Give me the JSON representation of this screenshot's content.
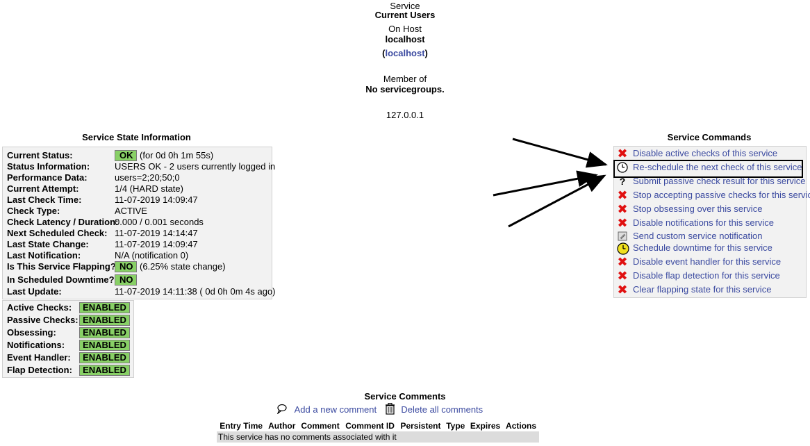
{
  "header": {
    "service_label": "Service",
    "service_name": "Current Users",
    "host_label": "On Host",
    "host_name": "localhost",
    "host_link": "localhost",
    "paren_open": "(",
    "paren_close": ")",
    "member_label": "Member of",
    "member_value": "No servicegroups.",
    "address": "127.0.0.1"
  },
  "state_info": {
    "title": "Service State Information",
    "rows": [
      {
        "label": "Current Status:",
        "badge": "OK",
        "value": "(for 0d 0h 1m 55s)"
      },
      {
        "label": "Status Information:",
        "value": "USERS OK - 2 users currently logged in"
      },
      {
        "label": "Performance Data:",
        "value": "users=2;20;50;0"
      },
      {
        "label": "Current Attempt:",
        "value": "1/4  (HARD state)"
      },
      {
        "label": "Last Check Time:",
        "value": "11-07-2019 14:09:47"
      },
      {
        "label": "Check Type:",
        "value": "ACTIVE"
      },
      {
        "label": "Check Latency / Duration:",
        "value": "0.000 / 0.001 seconds"
      },
      {
        "label": "Next Scheduled Check:",
        "value": "11-07-2019 14:14:47"
      },
      {
        "label": "Last State Change:",
        "value": "11-07-2019 14:09:47"
      },
      {
        "label": "Last Notification:",
        "value": "N/A (notification 0)"
      },
      {
        "label": "Is This Service Flapping?",
        "badge": "NO",
        "value": "(6.25% state change)"
      },
      {
        "label": "In Scheduled Downtime?",
        "badge": "NO",
        "value": ""
      },
      {
        "label": "Last Update:",
        "value": "11-07-2019 14:11:38  ( 0d 0h 0m 4s ago)"
      }
    ]
  },
  "checks": [
    {
      "label": "Active Checks:",
      "value": "ENABLED"
    },
    {
      "label": "Passive Checks:",
      "value": "ENABLED"
    },
    {
      "label": "Obsessing:",
      "value": "ENABLED"
    },
    {
      "label": "Notifications:",
      "value": "ENABLED"
    },
    {
      "label": "Event Handler:",
      "value": "ENABLED"
    },
    {
      "label": "Flap Detection:",
      "value": "ENABLED"
    }
  ],
  "commands": {
    "title": "Service Commands",
    "items": [
      {
        "icon": "x-icon",
        "label": "Disable active checks of this service"
      },
      {
        "icon": "clock-icon",
        "label": "Re-schedule the next check of this service"
      },
      {
        "icon": "question-icon",
        "label": "Submit passive check result for this service"
      },
      {
        "icon": "x-icon",
        "label": "Stop accepting passive checks for this service"
      },
      {
        "icon": "x-icon",
        "label": "Stop obsessing over this service"
      },
      {
        "icon": "x-icon",
        "label": "Disable notifications for this service"
      },
      {
        "icon": "notify-icon",
        "label": "Send custom service notification"
      },
      {
        "icon": "downtime-clock-icon",
        "label": "Schedule downtime for this service"
      },
      {
        "icon": "x-icon",
        "label": "Disable event handler for this service"
      },
      {
        "icon": "x-icon",
        "label": "Disable flap detection for this service"
      },
      {
        "icon": "x-icon",
        "label": "Clear flapping state for this service"
      }
    ]
  },
  "comments": {
    "title": "Service Comments",
    "add_label": "Add a new comment",
    "delete_label": "Delete all comments",
    "columns": [
      "Entry Time",
      "Author",
      "Comment",
      "Comment ID",
      "Persistent",
      "Type",
      "Expires",
      "Actions"
    ],
    "empty_text": "This service has no comments associated with it"
  },
  "colors": {
    "ok_green": "#88d066",
    "link_blue": "#3b4aa0",
    "error_red": "#e01010",
    "panel_bg": "#f2f2f2"
  }
}
